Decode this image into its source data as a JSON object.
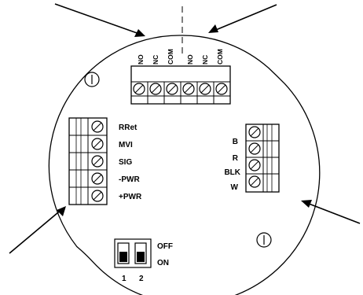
{
  "top_terminal_labels": [
    "NO",
    "NC",
    "COM",
    "NO",
    "NC",
    "COM"
  ],
  "left_terminal_labels": [
    "RRet",
    "MVI",
    "SIG",
    "-PWR",
    "+PWR"
  ],
  "right_terminal_labels": [
    "B",
    "R",
    "BLK",
    "W"
  ],
  "dip_switch": {
    "off_label": "OFF",
    "on_label": "ON",
    "switch_numbers": [
      "1",
      "2"
    ]
  }
}
